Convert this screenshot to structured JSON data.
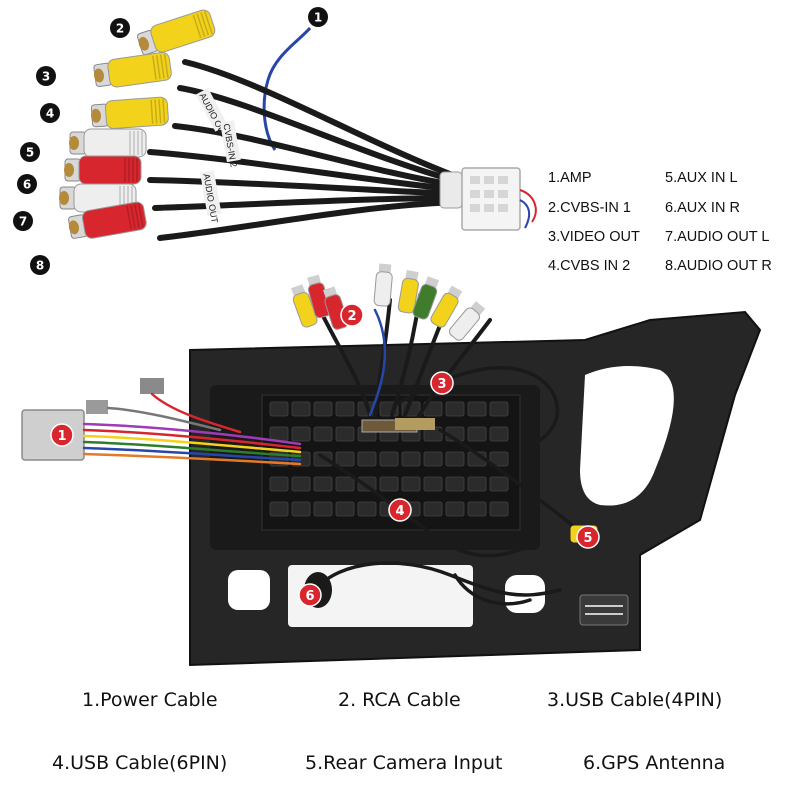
{
  "harness_numbers": [
    "1",
    "2",
    "3",
    "4",
    "5",
    "6",
    "7",
    "8"
  ],
  "harness_labels": {
    "plug_1": "AUDIO OUT L",
    "plug_2": "CVBS-IN 2",
    "plug_3": "AUDIO OUT"
  },
  "legend": [
    "1.AMP",
    "2.CVBS-IN 1",
    "3.VIDEO OUT",
    "4.CVBS IN 2",
    "5.AUX IN L",
    "6.AUX IN R",
    "7.AUDIO OUT L",
    "8.AUDIO OUT R"
  ],
  "panel_badges": [
    "1",
    "2",
    "3",
    "4",
    "5",
    "6"
  ],
  "captions": [
    "1.Power Cable",
    "2. RCA Cable",
    "3.USB Cable(4PIN)",
    "4.USB Cable(6PIN)",
    "5.Rear Camera Input",
    "6.GPS Antenna"
  ],
  "colors": {
    "yellow_plug": "#f2d21b",
    "red_plug": "#d8262e",
    "white_plug": "#eeeeee",
    "green_plug": "#3f7d2c",
    "badge_red": "#d8262e",
    "badge_black": "#111111",
    "frame": "#222222"
  }
}
